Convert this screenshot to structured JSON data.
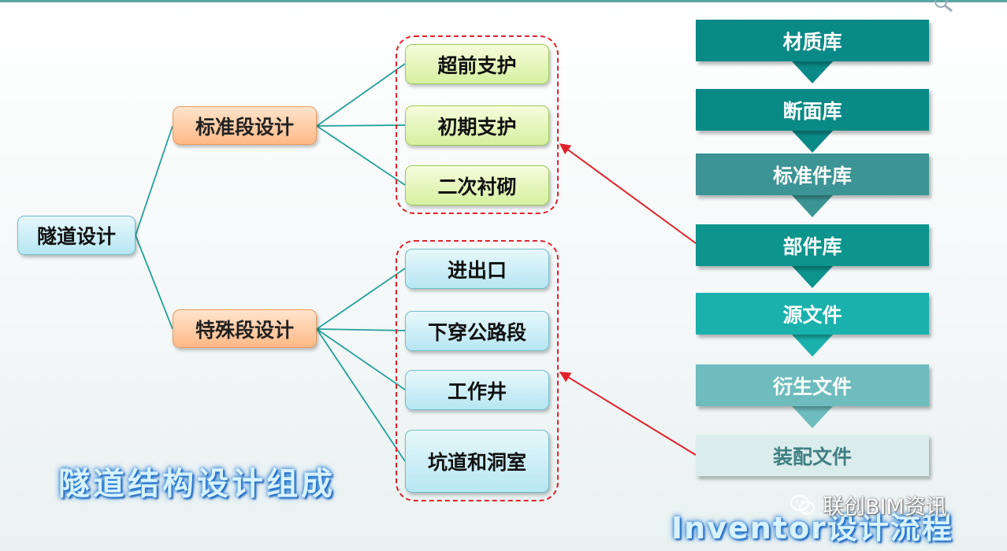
{
  "root": "隧道设计",
  "branches": [
    {
      "label": "标准段设计",
      "children": [
        "超前支护",
        "初期支护",
        "二次衬砌"
      ]
    },
    {
      "label": "特殊段设计",
      "children": [
        "进出口",
        "下穿公路段",
        "工作井",
        "坑道和洞室"
      ]
    }
  ],
  "flow_steps": [
    {
      "label": "材质库",
      "color": "#0a8a86",
      "text_color": "#ffffff"
    },
    {
      "label": "断面库",
      "color": "#0a8a86",
      "text_color": "#ffffff"
    },
    {
      "label": "标准件库",
      "color": "#3c9494",
      "text_color": "#ffffff"
    },
    {
      "label": "部件库",
      "color": "#0d948d",
      "text_color": "#ffffff"
    },
    {
      "label": "源文件",
      "color": "#1ab1ac",
      "text_color": "#ffffff"
    },
    {
      "label": "衍生文件",
      "color": "#6ebcbe",
      "text_color": "#ffffff"
    },
    {
      "label": "装配文件",
      "color": "#dbecec",
      "text_color": "#3f7f82"
    }
  ],
  "title_left": "隧道结构设计组成",
  "title_right": "Inventor设计流程",
  "watermark": "联创BIM资讯",
  "colors": {
    "connector": "#22a09a",
    "highlight": "#e0222a"
  }
}
